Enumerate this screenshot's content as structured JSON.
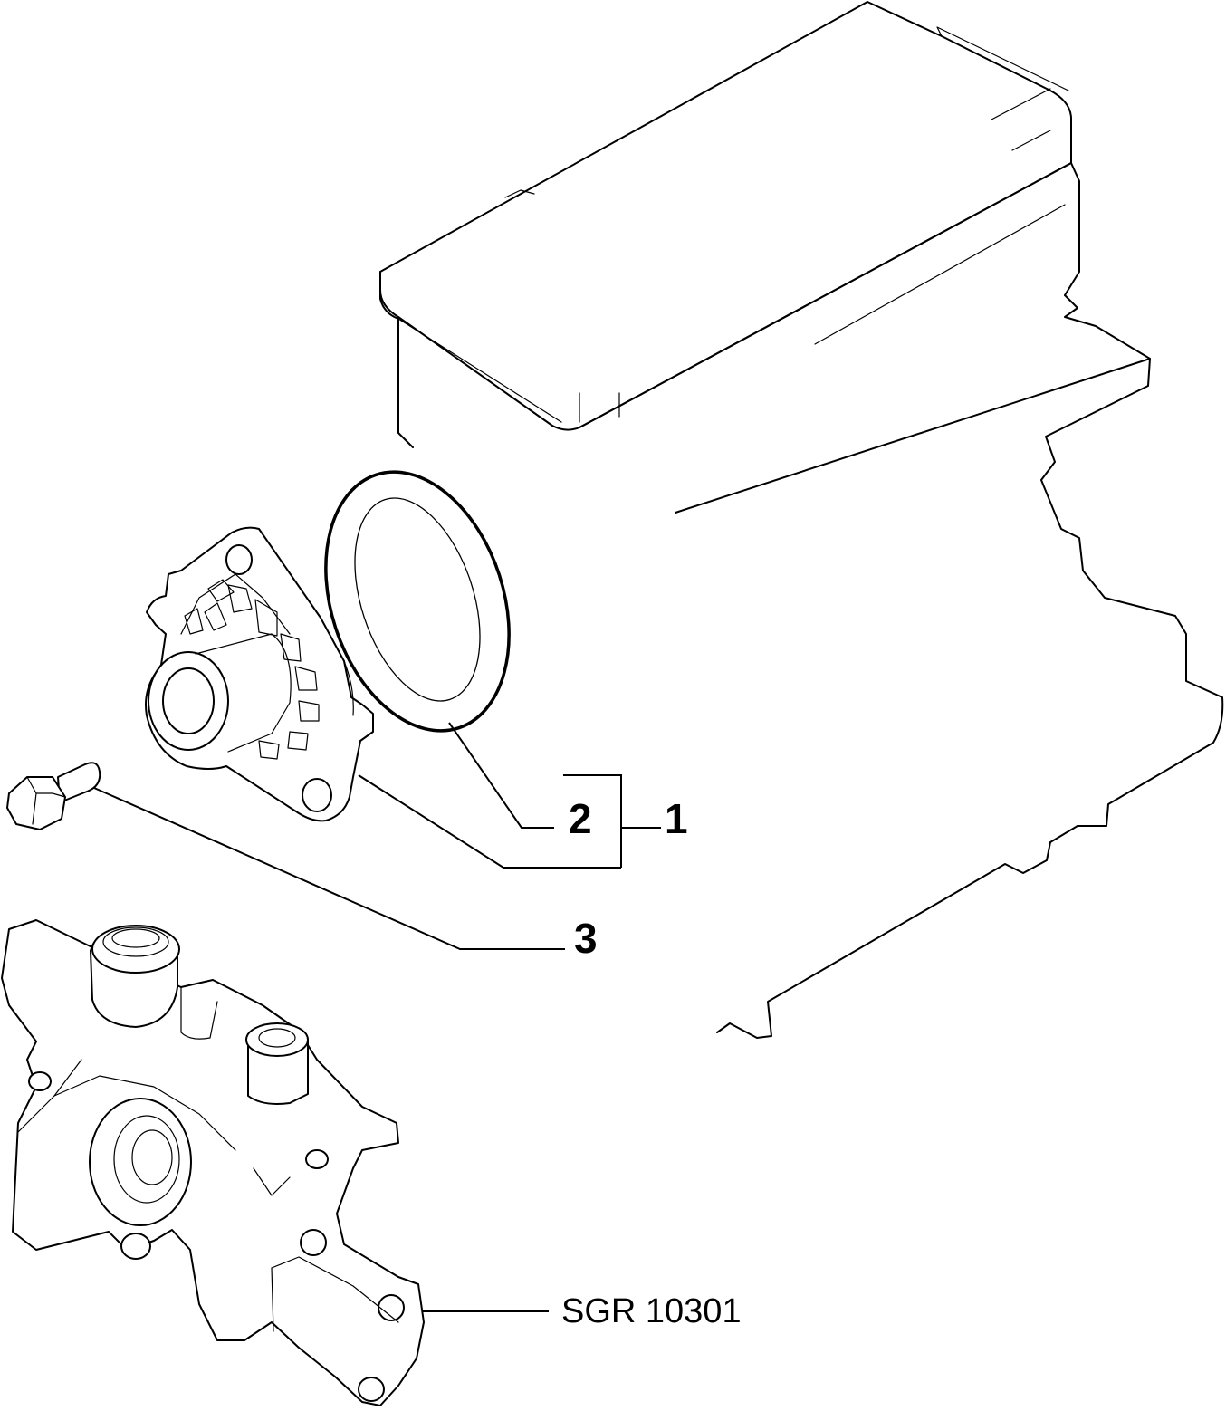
{
  "callouts": {
    "item_1": "1",
    "item_2": "2",
    "item_3": "3"
  },
  "reference_code": "SGR 10301",
  "colors": {
    "line": "#000000",
    "background": "#ffffff"
  }
}
